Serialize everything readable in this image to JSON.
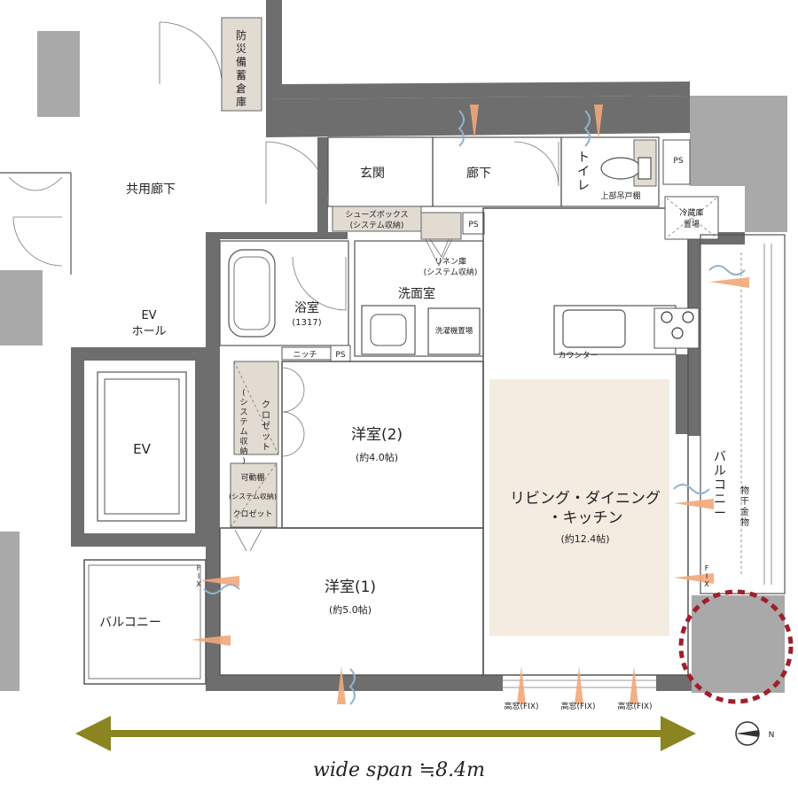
{
  "labels": {
    "bosai": [
      "防",
      "災",
      "備",
      "蓄",
      "倉",
      "庫"
    ],
    "corridor_common": "共用廊下",
    "ev_hall_1": "EV",
    "ev_hall_2": "ホール",
    "ev": "EV",
    "balcony_west": "バルコニー",
    "genkan": "玄関",
    "roka": "廊下",
    "toilet": [
      "ト",
      "イ",
      "レ"
    ],
    "toilet_shelf": "上部吊戸棚",
    "ps_top": "PS",
    "ps_mid": "PS",
    "ps_niche": "PS",
    "shoes_box_1": "シューズボックス",
    "shoes_box_2": "(システム収納)",
    "linen_1": "リネン庫",
    "linen_2": "(システム収納)",
    "senmen": "洗面室",
    "sentaku": "洗濯機置場",
    "yokushitsu_1": "浴室",
    "yokushitsu_2": "(1317)",
    "niche": "ニッチ",
    "fridge_1": "冷蔵庫",
    "fridge_2": "置場",
    "counter": "カウンター",
    "closet_2_vertical": [
      "ク",
      "ロ",
      "ゼ",
      "ッ",
      "ト"
    ],
    "system_storage_vertical": [
      "(",
      "シ",
      "ス",
      "テ",
      "ム",
      "収",
      "納",
      ")"
    ],
    "kadoudana": "可動棚",
    "kadoudana_2": "(システム収納)",
    "closet_1": "クロゼット",
    "room2_1": "洋室(2)",
    "room2_2": "(約4.0帖)",
    "room1_1": "洋室(1)",
    "room1_2": "(約5.0帖)",
    "ldk_1": "リビング・ダイニング",
    "ldk_2": "・キッチン",
    "ldk_3": "(約12.4帖)",
    "balcony_east": [
      "バ",
      "ル",
      "コ",
      "ニ",
      "ー"
    ],
    "monohoshi": [
      "物",
      "干",
      "金",
      "物"
    ],
    "fix_west": [
      "F",
      "I",
      "X"
    ],
    "fix_east": [
      "F",
      "I",
      "X"
    ],
    "takamado": [
      "高窓(FIX)",
      "高窓(FIX)",
      "高窓(FIX)"
    ],
    "compass_n": "N",
    "span": "wide span ≒8.4m"
  },
  "colors": {
    "ldk_fill": "#f4ebe1",
    "storage": "#e2dbd2",
    "core": "#a9a9a9",
    "arrow": "#8a8421",
    "highlight_circle": "#a01f2a"
  }
}
